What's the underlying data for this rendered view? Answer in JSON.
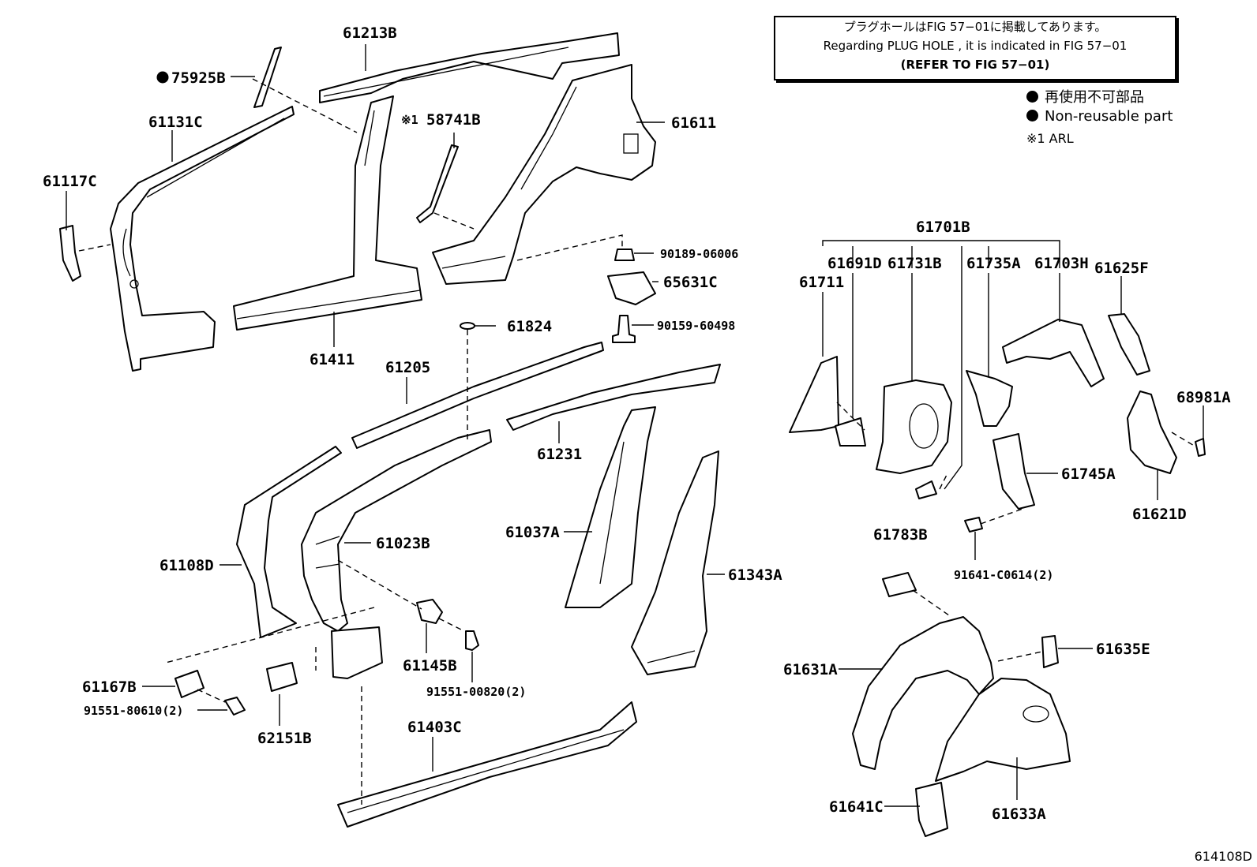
{
  "note": {
    "line1": "プラグホールはFIG 57−01に掲載してあります。",
    "line2": "Regarding PLUG HOLE , it is indicated in FIG 57−01",
    "line3": "(REFER TO FIG 57−01)"
  },
  "legend": {
    "jp": "再使用不可部品",
    "en": "Non-reusable part",
    "arl": "※1 ARL"
  },
  "figure_code": "614108D",
  "labels": {
    "p61213B": "61213B",
    "p75925B": "75925B",
    "p61131C": "61131C",
    "p61117C": "61117C",
    "p58741B_prefix": "※1",
    "p58741B": "58741B",
    "p61611": "61611",
    "p90189": "90189-06006",
    "p65631C": "65631C",
    "p90159": "90159-60498",
    "p61411": "61411",
    "p61824": "61824",
    "p61205": "61205",
    "p61231": "61231",
    "p61023B": "61023B",
    "p61108D": "61108D",
    "p61037A": "61037A",
    "p61343A": "61343A",
    "p61145B": "61145B",
    "p91551_00820": "91551-00820(2)",
    "p61167B": "61167B",
    "p91551_80610": "91551-80610(2)",
    "p62151B": "62151B",
    "p61403C": "61403C",
    "p61701B": "61701B",
    "p61711": "61711",
    "p61691D": "61691D",
    "p61731B": "61731B",
    "p61735A": "61735A",
    "p61703H": "61703H",
    "p61625F": "61625F",
    "p68981A": "68981A",
    "p61745A": "61745A",
    "p61621D": "61621D",
    "p61783B": "61783B",
    "p91641": "91641-C0614(2)",
    "p61631A": "61631A",
    "p61635E": "61635E",
    "p61641C": "61641C",
    "p61633A": "61633A"
  }
}
